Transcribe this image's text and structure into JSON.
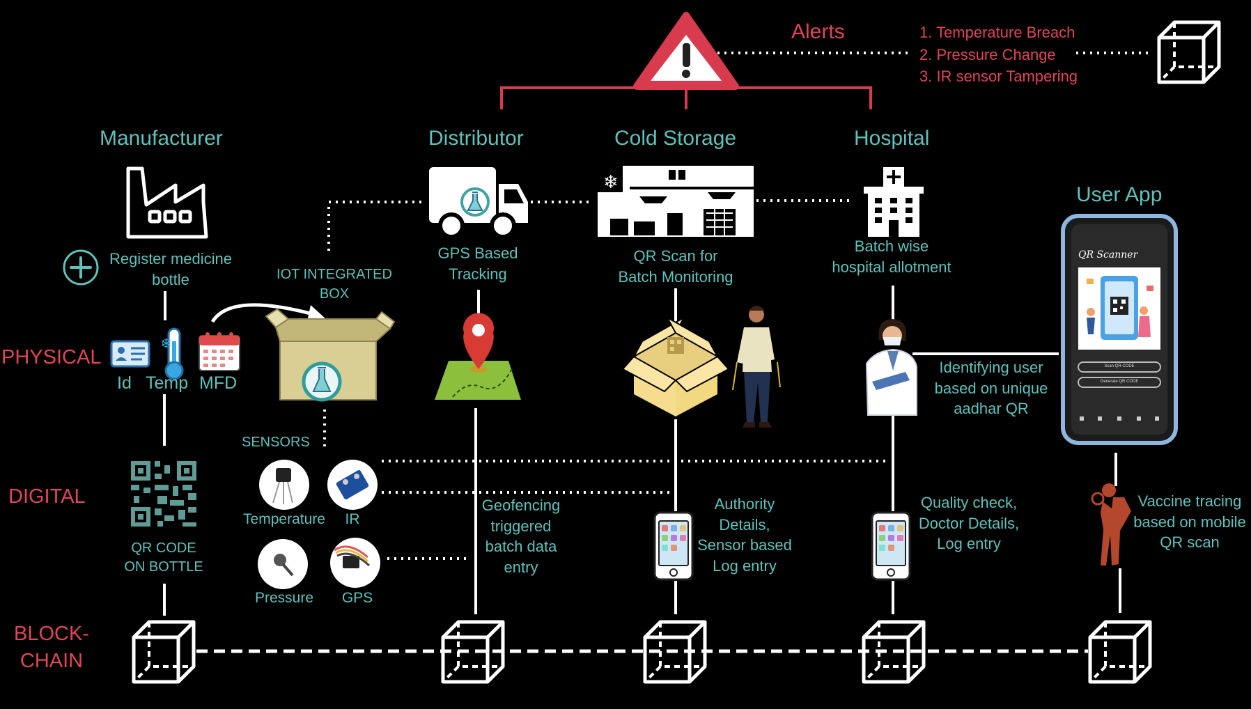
{
  "colors": {
    "background": "#000000",
    "teal": "#5ec2bd",
    "red": "#e0455a",
    "line": "#ffffff"
  },
  "alerts": {
    "title": "Alerts",
    "items": [
      "1.  Temperature Breach",
      "2.  Pressure Change",
      "3.  IR sensor Tampering"
    ]
  },
  "stages": {
    "manufacturer": "Manufacturer",
    "distributor": "Distributor",
    "cold_storage": "Cold Storage",
    "hospital": "Hospital",
    "user_app": "User App"
  },
  "layers": {
    "physical": "PHYSICAL",
    "digital": "DIGITAL",
    "blockchain_line1": "BLOCK-",
    "blockchain_line2": "CHAIN"
  },
  "manufacturer": {
    "register_line1": "Register medicine",
    "register_line2": "bottle",
    "id": "Id",
    "temp": "Temp",
    "mfd": "MFD",
    "qr_line1": "QR CODE",
    "qr_line2": "ON BOTTLE"
  },
  "iot_box": {
    "label_line1": "IOT  INTEGRATED",
    "label_line2": "BOX",
    "sensors_label": "SENSORS",
    "sensor_temperature": "Temperature",
    "sensor_ir": "IR",
    "sensor_pressure": "Pressure",
    "sensor_gps": "GPS"
  },
  "distributor": {
    "tracking_line1": "GPS  Based",
    "tracking_line2": "Tracking",
    "geo_line1": "Geofencing",
    "geo_line2": "triggered",
    "geo_line3": "batch data",
    "geo_line4": "entry"
  },
  "cold_storage": {
    "qr_line1": "QR Scan for",
    "qr_line2": "Batch Monitoring",
    "log_line1": "Authority",
    "log_line2": "Details,",
    "log_line3": "Sensor based",
    "log_line4": "Log entry"
  },
  "hospital": {
    "allot_line1": "Batch wise",
    "allot_line2": "hospital allotment",
    "ident_line1": "Identifying  user",
    "ident_line2": "based on unique",
    "ident_line3": "aadhar QR",
    "quality_line1": "Quality check,",
    "quality_line2": "Doctor Details,",
    "quality_line3": "Log entry"
  },
  "user_app": {
    "phone_title": "QR Scanner",
    "btn_scan": "Scan QR CODE",
    "btn_generate": "Generate QR CODE",
    "trace_line1": "Vaccine tracing",
    "trace_line2": "based on mobile",
    "trace_line3": "QR scan"
  }
}
